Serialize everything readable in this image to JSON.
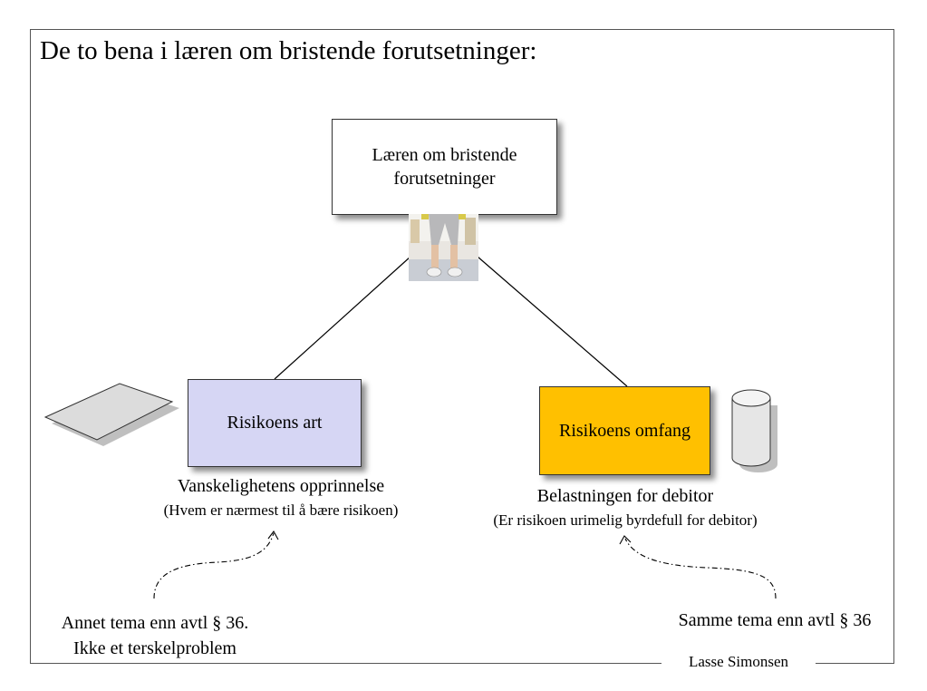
{
  "title": "De to bena i læren om bristende forutsetninger:",
  "nodes": {
    "top": {
      "line1": "Læren om bristende",
      "line2": "forutsetninger"
    },
    "left": {
      "label": "Risikoens art"
    },
    "right": {
      "label": "Risikoens omfang"
    }
  },
  "left_branch": {
    "heading": "Vanskelighetens opprinnelse",
    "detail": "(Hvem er nærmest til å bære risikoen)",
    "note_line1": "Annet tema enn avtl § 36.",
    "note_line2": "Ikke et terskelproblem"
  },
  "right_branch": {
    "heading": "Belastningen for debitor",
    "detail": "(Er risikoen urimelig byrdefull for debitor)",
    "note": "Samme tema enn avtl § 36"
  },
  "author": "Lasse Simonsen",
  "colors": {
    "left_box": "#d6d6f4",
    "right_box": "#ffc000",
    "frame": "#555555"
  },
  "icons": {
    "legs_photo": "legs-photo-icon",
    "left_shape": "parallelogram-shape-icon",
    "right_shape": "cylinder-shape-icon"
  }
}
